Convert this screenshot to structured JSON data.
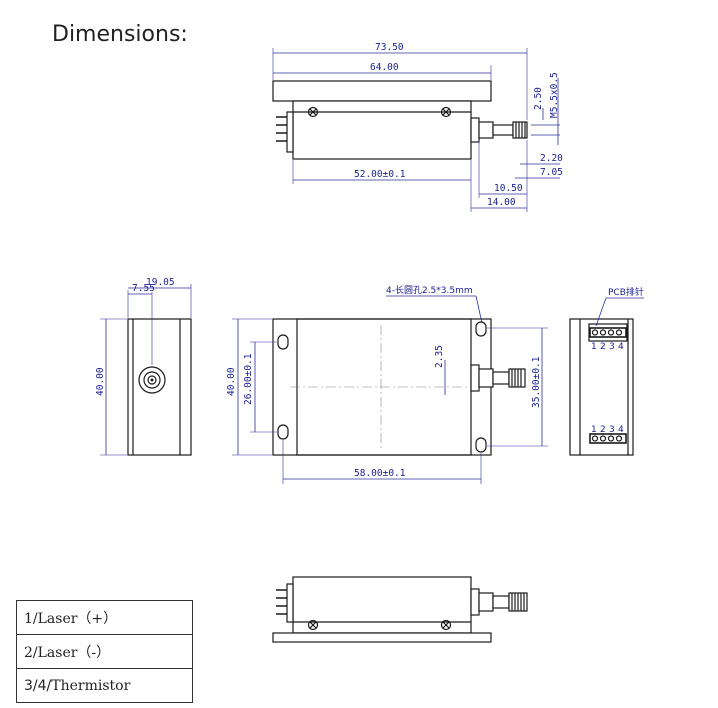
{
  "title": "Dimensions:",
  "side_view": {
    "dims": {
      "overall_length": "73.50",
      "plate_length": "64.00",
      "body_length": "52.00±0.1",
      "d_2_50": "2.50",
      "thread": "M5.5x0.5",
      "d_2_20": "2.20",
      "d_7_05": "7.05",
      "d_10_50": "10.50",
      "d_14_00": "14.00"
    }
  },
  "end_view": {
    "dims": {
      "d_19_05": "19.05",
      "d_7_55": "7.55",
      "height": "40.00"
    }
  },
  "top_view": {
    "dims": {
      "height": "40.00",
      "hole_spacing_y": "26.00±0.1",
      "offset": "2.35",
      "hole_spacing_y2": "35.00±0.1",
      "hole_spacing_x": "58.00±0.1"
    },
    "hole_note": "4-长圆孔2.5*3.5mm"
  },
  "pcb_view": {
    "label": "PCB排针",
    "pins_top": [
      "1",
      "2",
      "3",
      "4"
    ],
    "pins_bottom": [
      "1",
      "2",
      "3",
      "4"
    ]
  },
  "pin_table": [
    {
      "num": "1/",
      "text": "Laser（+）"
    },
    {
      "num": "2/",
      "text": "Laser（-）"
    },
    {
      "num": "3/4/",
      "text": "Thermistor"
    }
  ]
}
